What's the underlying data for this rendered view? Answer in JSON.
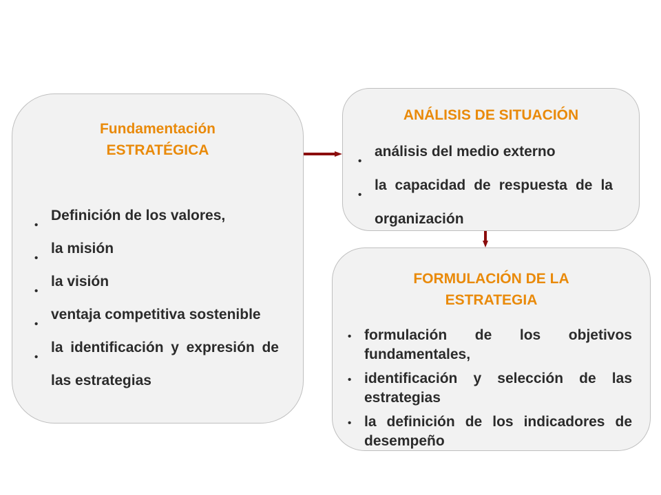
{
  "fundamentacion": {
    "title_line1": "Fundamentación",
    "title_line2": "ESTRATÉGICA",
    "items": [
      "Definición de los valores,",
      "la misión",
      "la visión",
      "ventaja competitiva sostenible",
      "la identificación y expresión de las estrategias"
    ]
  },
  "analisis": {
    "title": "ANÁLISIS DE SITUACIÓN",
    "items": [
      "análisis del medio externo",
      "la capacidad de respuesta de la organización"
    ]
  },
  "formulacion": {
    "title_line1": "FORMULACIÓN DE LA",
    "title_line2": "ESTRATEGIA",
    "items": [
      "formulación de los objetivos fundamentales,",
      "identificación y selección de las estrategias",
      "la definición de los indicadores de desempeño"
    ]
  },
  "bullet_symbol": "•",
  "colors": {
    "title": "#e98a0a",
    "text": "#2b2b2b",
    "box_fill": "#f2f2f2",
    "arrow": "#8b0d0d"
  }
}
